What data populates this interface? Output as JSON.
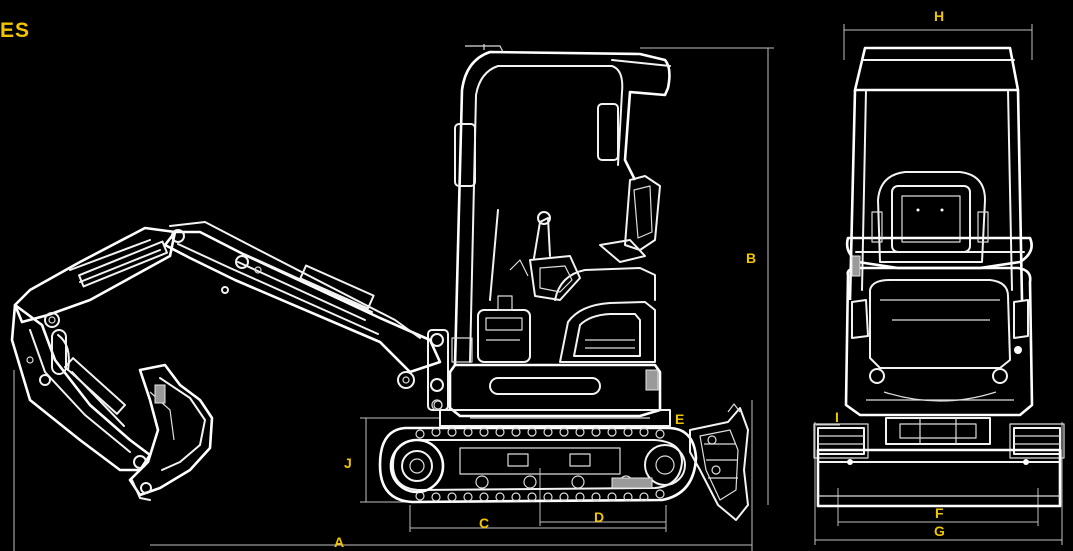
{
  "title_fragment": "ES",
  "colors": {
    "background": "#000000",
    "label": "#f0c400",
    "line": "#f2f2f2"
  },
  "labels": {
    "A": "A",
    "B": "B",
    "C": "C",
    "D": "D",
    "E": "E",
    "F": "F",
    "G": "G",
    "H": "H",
    "I": "I",
    "J": "J"
  }
}
